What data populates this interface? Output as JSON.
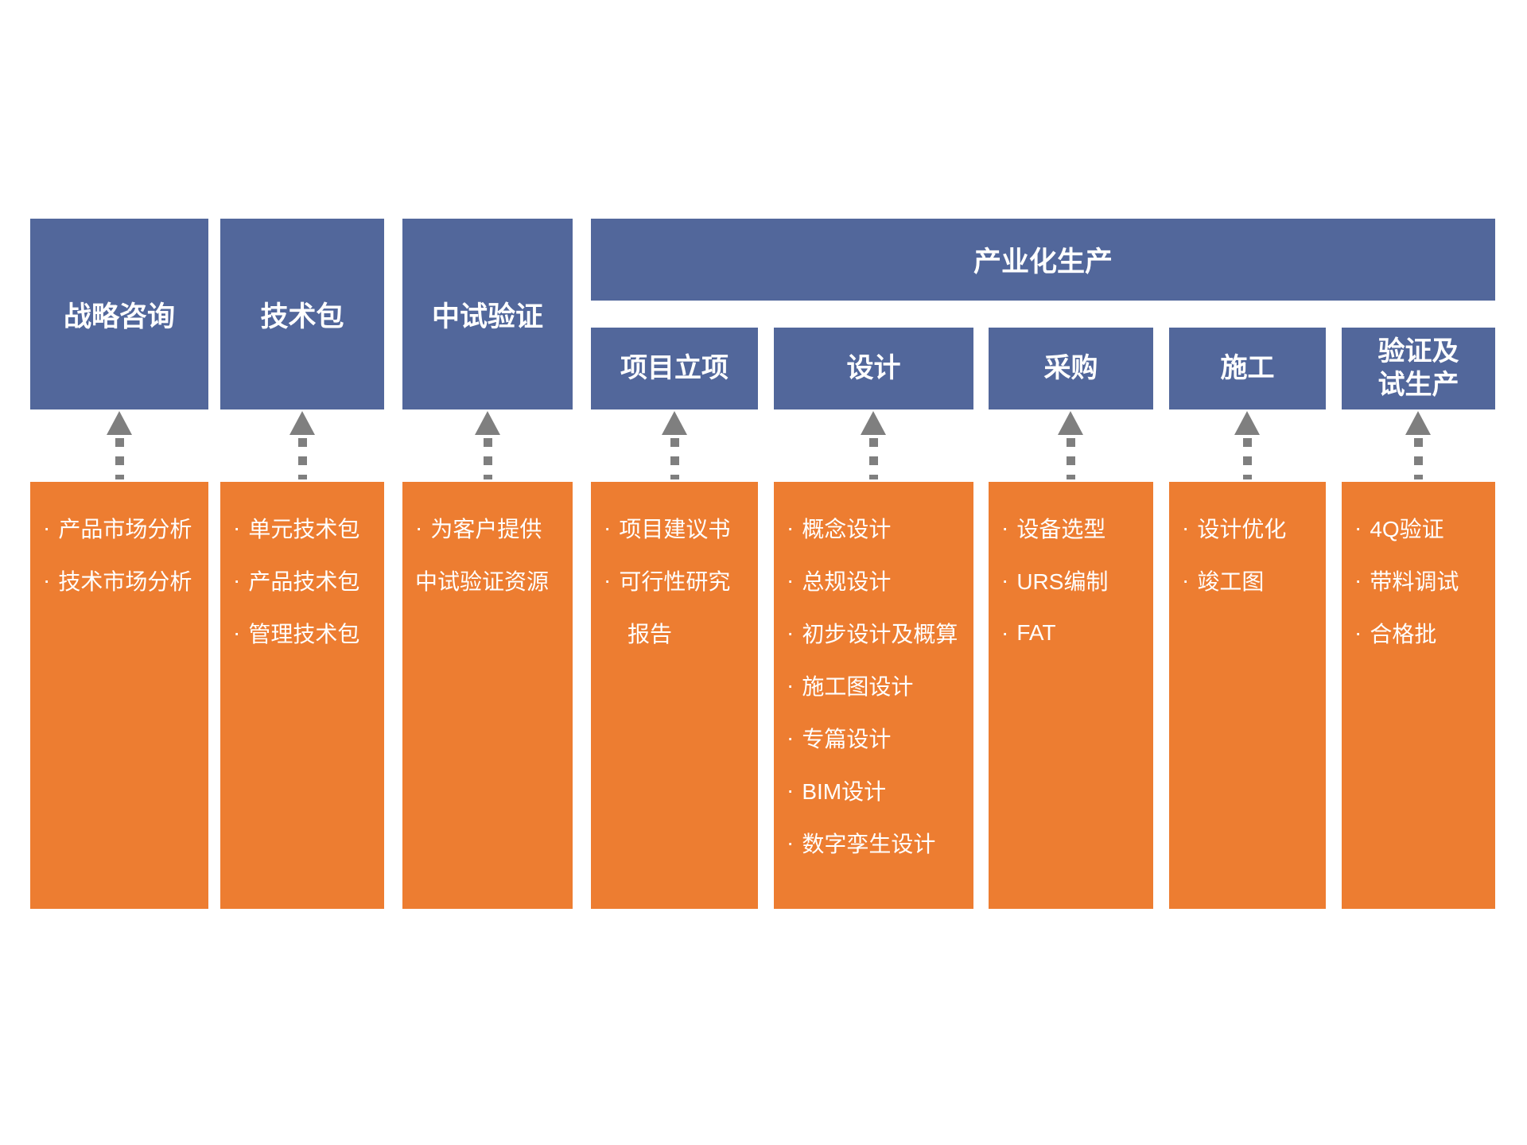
{
  "ui": {
    "bullet": "·",
    "colors": {
      "header_blue": "#52679B",
      "panel_orange": "#ED7D31",
      "arrow_gray": "#7F7F7F",
      "text_on_color": "#FFFFFF",
      "page_background": "#FFFFFF"
    }
  },
  "banner": {
    "label": "产业化生产"
  },
  "columns": [
    {
      "header": "战略咨询",
      "items": [
        {
          "text": "产品市场分析"
        },
        {
          "text": "技术市场分析"
        }
      ]
    },
    {
      "header": "技术包",
      "items": [
        {
          "text": "单元技术包"
        },
        {
          "text": "产品技术包"
        },
        {
          "text": "管理技术包"
        }
      ]
    },
    {
      "header": "中试验证",
      "items": [
        {
          "text": "为客户提供"
        },
        {
          "text": "中试验证资源"
        }
      ]
    },
    {
      "header": "项目立项",
      "items": [
        {
          "text": "项目建议书"
        },
        {
          "text": "可行性研究"
        },
        {
          "text": "报告"
        }
      ]
    },
    {
      "header": "设计",
      "items": [
        {
          "text": "概念设计"
        },
        {
          "text": "总规设计"
        },
        {
          "text": "初步设计及概算"
        },
        {
          "text": "施工图设计"
        },
        {
          "text": "专篇设计"
        },
        {
          "text": "BIM设计"
        },
        {
          "text": "数字孪生设计"
        }
      ]
    },
    {
      "header": "采购",
      "items": [
        {
          "text": "设备选型"
        },
        {
          "text": "URS编制"
        },
        {
          "text": "FAT"
        }
      ]
    },
    {
      "header": "施工",
      "items": [
        {
          "text": "设计优化"
        },
        {
          "text": "竣工图"
        }
      ]
    },
    {
      "header": "验证及\n试生产",
      "items": [
        {
          "text": "4Q验证"
        },
        {
          "text": "带料调试"
        },
        {
          "text": "合格批"
        }
      ]
    }
  ]
}
